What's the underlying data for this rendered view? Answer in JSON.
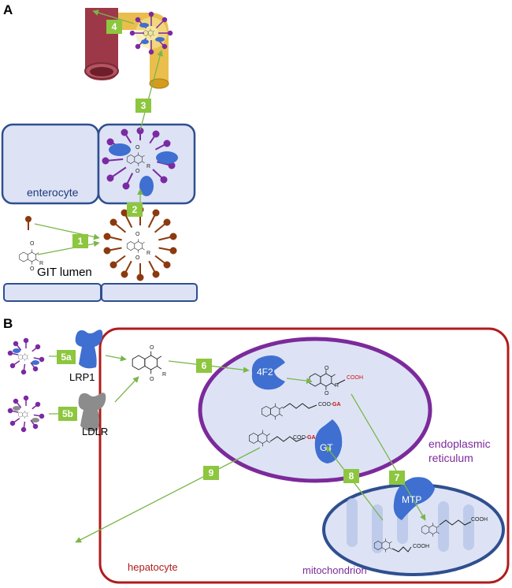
{
  "panels": {
    "a": "A",
    "b": "B"
  },
  "labels": {
    "enterocyte": "enterocyte",
    "git_lumen": "GIT lumen",
    "lrp1": "LRP1",
    "ldlr": "LDLR",
    "f4f2": "4F2",
    "gt": "GT",
    "mtp": "MTP",
    "er_line1": "endoplasmic",
    "er_line2": "reticulum",
    "hepatocyte": "hepatocyte",
    "mitochondrion": "mitochondrion",
    "cooh": "COOH",
    "coo": "COO-",
    "ga": "GA",
    "r": "R",
    "o": "O"
  },
  "steps": [
    "1",
    "2",
    "3",
    "4",
    "5a",
    "5b",
    "6",
    "7",
    "8",
    "9"
  ],
  "colors": {
    "step_green": "#8dc63f",
    "arrow_green": "#7ab648",
    "cell_fill": "#dde3f5",
    "cell_border": "#2f4f8f",
    "hepatocyte_border": "#b01c1c",
    "er_border": "#7b2a9b",
    "mito_border": "#2f4f8f",
    "protein_blue": "#3f6fd0",
    "receptor_gray": "#8c8c8c",
    "micelle_brown": "#8b3a0f",
    "micelle_purple": "#7b2aa3",
    "vessel_red": "#9c3848",
    "lymph_yellow": "#e8b73a"
  }
}
